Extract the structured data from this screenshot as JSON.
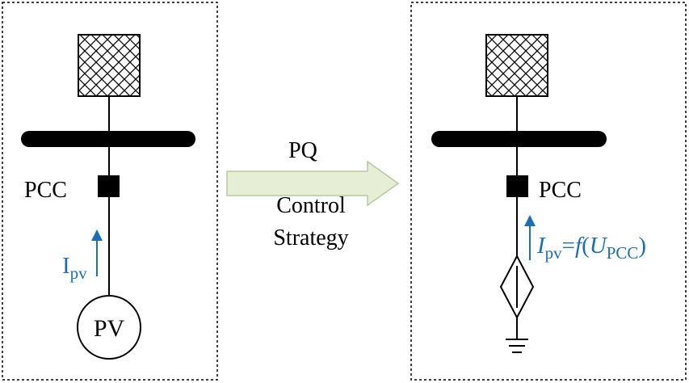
{
  "left_panel": {
    "pcc_label": "PCC",
    "current_label": {
      "main": "I",
      "sub": "pv"
    },
    "source_label": "PV"
  },
  "arrow": {
    "top_label": "PQ",
    "bottom_line1": "Control",
    "bottom_line2": "Strategy"
  },
  "right_panel": {
    "pcc_label": "PCC",
    "current_label": {
      "main": "I",
      "sub": "pv",
      "equals": "=",
      "func": "f",
      "open_paren": "(",
      "var": "U",
      "var_sub": "PCC",
      "close_paren": ")"
    }
  },
  "colors": {
    "current_blue": "#1f6db5",
    "arrow_fill": "#e6efd6",
    "arrow_stroke": "#b7c9a0",
    "line": "#000000"
  }
}
